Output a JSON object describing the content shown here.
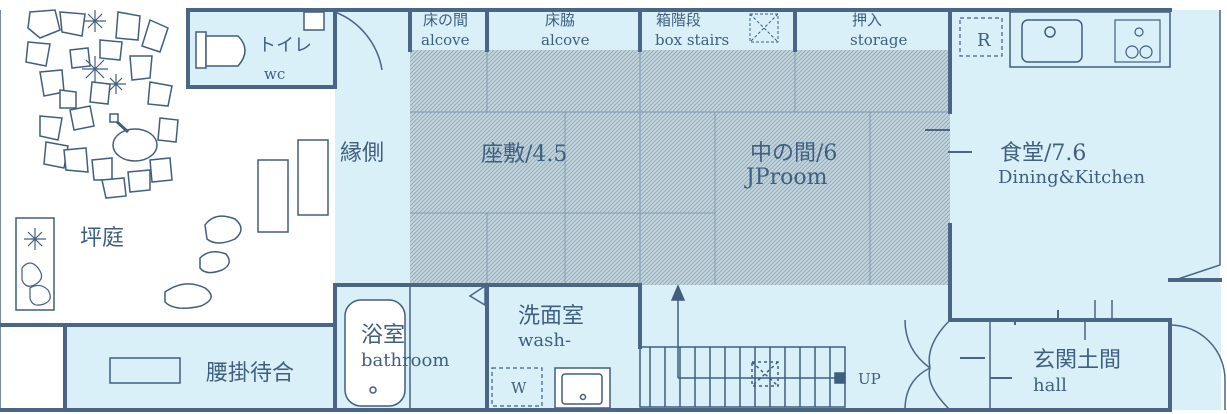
{
  "rooms": {
    "toilet": {
      "ja": "トイレ",
      "en": "wc"
    },
    "tokonoma": {
      "ja": "床の間",
      "en": "alcove"
    },
    "tokowaki": {
      "ja": "床脇",
      "en": "alcove"
    },
    "box_stairs": {
      "ja": "箱階段",
      "en": "box stairs"
    },
    "storage": {
      "ja": "押入",
      "en": "storage"
    },
    "engawa": {
      "ja": "縁側"
    },
    "zashiki": {
      "ja": "座敷/4.5"
    },
    "jp_room": {
      "ja": "中の間/6",
      "en": "JProom"
    },
    "dining": {
      "ja": "食堂/7.6",
      "en": "Dining&Kitchen"
    },
    "garden": {
      "ja": "坪庭"
    },
    "waiting": {
      "ja": "腰掛待合"
    },
    "bathroom": {
      "ja": "浴室",
      "en": "bathroom"
    },
    "washroom": {
      "ja": "洗面室",
      "en": "wash-"
    },
    "hall": {
      "ja": "玄関土間",
      "en": "hall"
    }
  },
  "markers": {
    "fridge": "R",
    "washer": "W",
    "stairs_up": "UP"
  },
  "colors": {
    "room_fill": "#d9f0f8",
    "wall": "#4a6585",
    "tatami_hatch": "#7f9aae",
    "line": "#3f5f80"
  },
  "icons": [
    "toilet-icon",
    "sink-icon",
    "stove-icon",
    "bathtub-icon",
    "washbasin-icon",
    "stone-garden-icon",
    "shrub-icon",
    "stairs-arrow-icon"
  ]
}
